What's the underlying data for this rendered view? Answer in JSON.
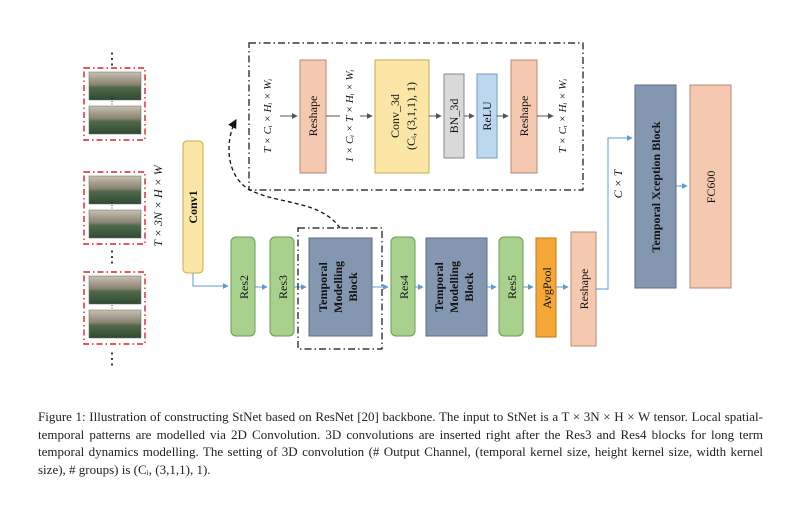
{
  "figure": {
    "conv1_label": "Conv1",
    "input_dims": "T × 3N × H × W",
    "res_blocks": [
      "Res2",
      "Res3",
      "Res4",
      "Res5"
    ],
    "tmb_label": [
      "Temporal",
      "Modelling",
      "Block"
    ],
    "avgpool_label": "AvgPool",
    "reshape_label": "Reshape",
    "txb_label": "Temporal Xception Block",
    "fc_label": "FC600",
    "ct_label": "C × T",
    "detail": {
      "in_dims": "T × Cᵢ × Hᵢ × Wᵢ",
      "reshape1": "Reshape",
      "mid_dims": "1 × Cᵢ × T × Hᵢ × Wᵢ",
      "conv3d_line1": "Conv_3d",
      "conv3d_line2": "(Cᵢ, (3,1,1), 1)",
      "bn3d": "BN_3d",
      "relu": "ReLU",
      "reshape2": "Reshape",
      "out_dims": "T × Cᵢ × Hᵢ × Wᵢ"
    }
  },
  "caption": {
    "text": "Figure 1: Illustration of constructing StNet based on ResNet [20] backbone. The input to StNet is a T × 3N × H × W tensor. Local spatial-temporal patterns are modelled via 2D Convolution. 3D convolutions are inserted right after the Res3 and Res4 blocks for long term temporal dynamics modelling. The setting of 3D convolution (# Output Channel, (temporal kernel size, height kernel size, width kernel size), # groups) is (Cᵢ, (3,1,1), 1)."
  },
  "colors": {
    "conv1": "#fbe6a6",
    "res": "#a9d18e",
    "tmb": "#8497b0",
    "avgpool": "#f4a636",
    "reshape": "#f4c9b0",
    "txb": "#8497b0",
    "fc": "#f4c9b0",
    "bn": "#d9d9d9",
    "relu": "#bdd7ee",
    "arrow": "#5b9bd5",
    "dash_red": "#e02020"
  }
}
